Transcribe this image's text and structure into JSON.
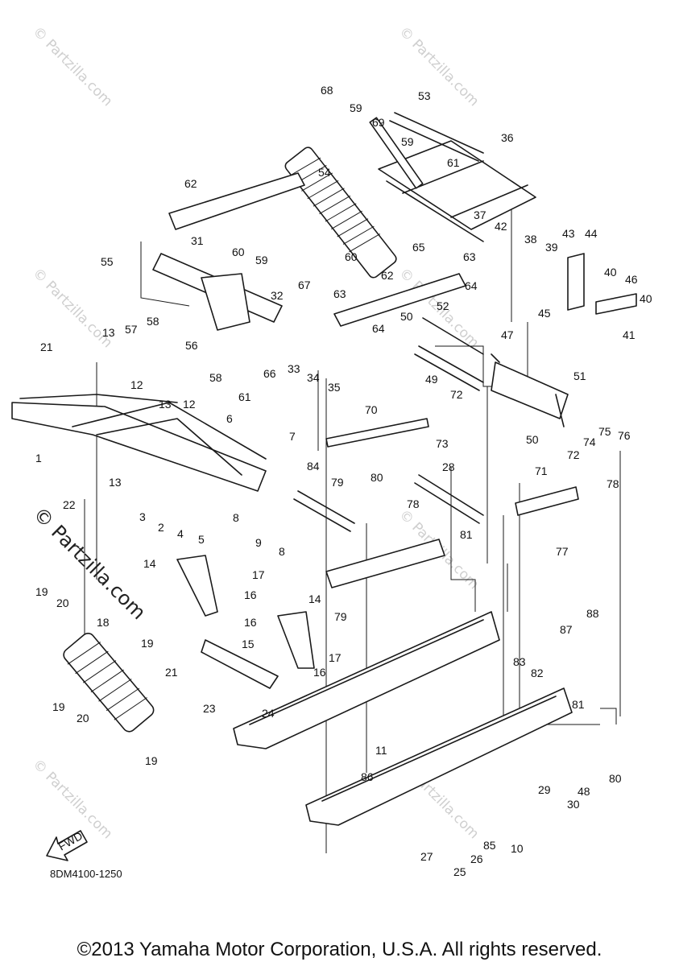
{
  "diagram": {
    "code": "8DM4100-1250",
    "fwd_label": "FWD",
    "watermark": "© Partzilla.com",
    "part_numbers": [
      "1",
      "2",
      "3",
      "4",
      "5",
      "6",
      "7",
      "8",
      "8",
      "9",
      "10",
      "11",
      "12",
      "12",
      "13",
      "13",
      "13",
      "14",
      "14",
      "15",
      "16",
      "16",
      "16",
      "17",
      "17",
      "18",
      "19",
      "19",
      "19",
      "19",
      "20",
      "20",
      "21",
      "21",
      "22",
      "23",
      "24",
      "25",
      "26",
      "27",
      "28",
      "29",
      "30",
      "31",
      "32",
      "33",
      "34",
      "35",
      "36",
      "37",
      "38",
      "39",
      "40",
      "40",
      "41",
      "42",
      "43",
      "44",
      "45",
      "46",
      "47",
      "48",
      "49",
      "50",
      "50",
      "51",
      "52",
      "53",
      "54",
      "55",
      "56",
      "57",
      "58",
      "58",
      "59",
      "59",
      "59",
      "60",
      "60",
      "61",
      "61",
      "62",
      "62",
      "63",
      "63",
      "64",
      "64",
      "65",
      "66",
      "67",
      "68",
      "69",
      "70",
      "71",
      "72",
      "72",
      "73",
      "74",
      "75",
      "76",
      "77",
      "78",
      "78",
      "79",
      "79",
      "80",
      "80",
      "81",
      "81",
      "82",
      "83",
      "84",
      "85",
      "86",
      "87",
      "88"
    ]
  },
  "footer": {
    "copyright": "©2013 Yamaha Motor Corporation, U.S.A. All rights reserved."
  }
}
